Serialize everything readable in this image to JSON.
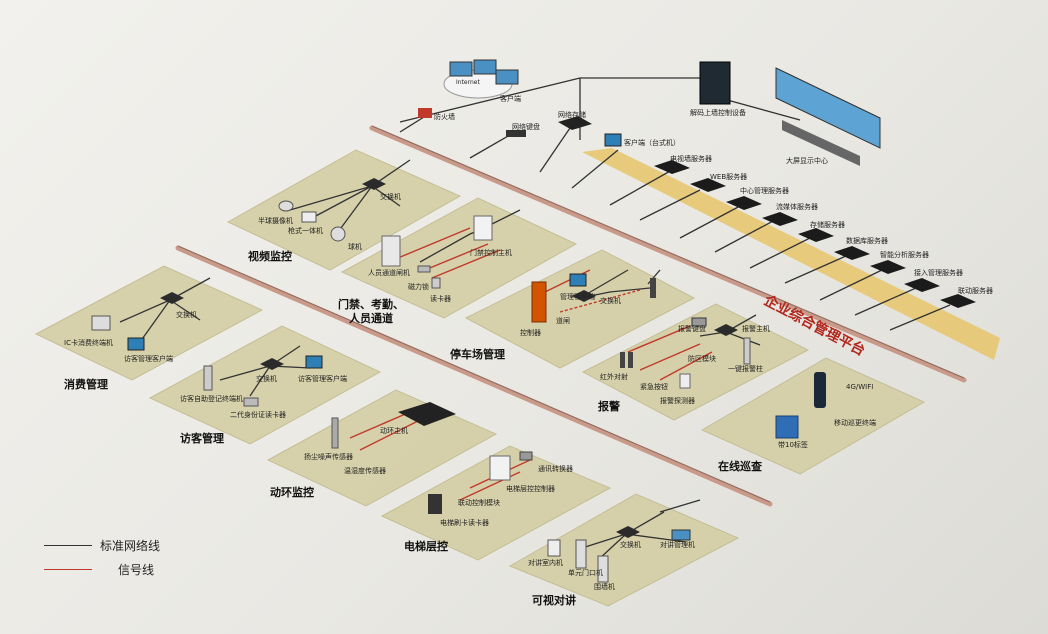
{
  "zones": {
    "video": "视频监控",
    "access": "门禁、考勤、\n人员通道",
    "parking": "停车场管理",
    "alarm": "报警",
    "patrol": "在线巡查",
    "consume": "消费管理",
    "visitor": "访客管理",
    "env": "动环监控",
    "elevator": "电梯层控",
    "intercom": "可视对讲"
  },
  "platform_banner": "企业综合管理平台",
  "legend": {
    "network": "标准网络线",
    "signal": "信号线"
  },
  "colors": {
    "network": "#333333",
    "signal": "#c0392b",
    "zone": "#d6d0a6",
    "banner": "#e8c873"
  },
  "labels": {
    "internet": "Internet",
    "client_top": "客户端",
    "firewall": "防火墙",
    "decoder": "解码上墙控制设备",
    "bigscreen": "大屏显示中心",
    "net_keyboard": "网络键盘",
    "net_storage": "网络存储",
    "client_desktop": "客户端（台式机）",
    "tv_server": "电视墙服务器",
    "web_server": "WEB服务器",
    "center_server": "中心管理服务器",
    "stream_server": "流媒体服务器",
    "storage_server": "存储服务器",
    "db_server": "数据库服务器",
    "analysis_server": "智能分析服务器",
    "access_server": "接入管理服务器",
    "alarm_server": "联动服务器",
    "v_switch": "交换机",
    "half_dome": "半球摄像机",
    "gun_cam": "枪式一体机",
    "dome": "球机",
    "gate": "人员通道闸机",
    "access_host": "门禁控制主机",
    "maglock": "磁力锁",
    "card_reader": "读卡器",
    "barrier": "控制器",
    "p_client": "管理客户端",
    "p_switch": "交换机",
    "gate_bar": "道闸",
    "alarm_kbd": "报警键盘",
    "alarm_host": "报警主机",
    "ir": "红外对射",
    "emergency": "紧急按钮",
    "zone_module": "防区模块",
    "one_key": "一键报警柱",
    "detector": "报警探测器",
    "mobile": "移动巡更终端",
    "wifi": "4G/WIFI",
    "nfc": "带10标签",
    "c_switch": "交换机",
    "c_pos": "IC卡消费终端机",
    "c_client": "访客管理客户端",
    "vi_terminal": "访客自助登记终端机",
    "vi_switch": "交换机",
    "vi_client": "访客管理客户端",
    "vi_idreader": "二代身份证读卡器",
    "env_host": "动环主机",
    "env_noise": "扬尘噪声传感器",
    "env_temp": "温湿度传感器",
    "el_conv": "通讯转换器",
    "el_ctrl": "电梯层控控制器",
    "el_module": "联动控制模块",
    "el_reader": "电梯刷卡读卡器",
    "ic_switch": "交换机",
    "ic_mgr": "对讲管理机",
    "ic_indoor": "对讲室内机",
    "ic_unit": "单元门口机",
    "ic_wall": "围墙机"
  }
}
